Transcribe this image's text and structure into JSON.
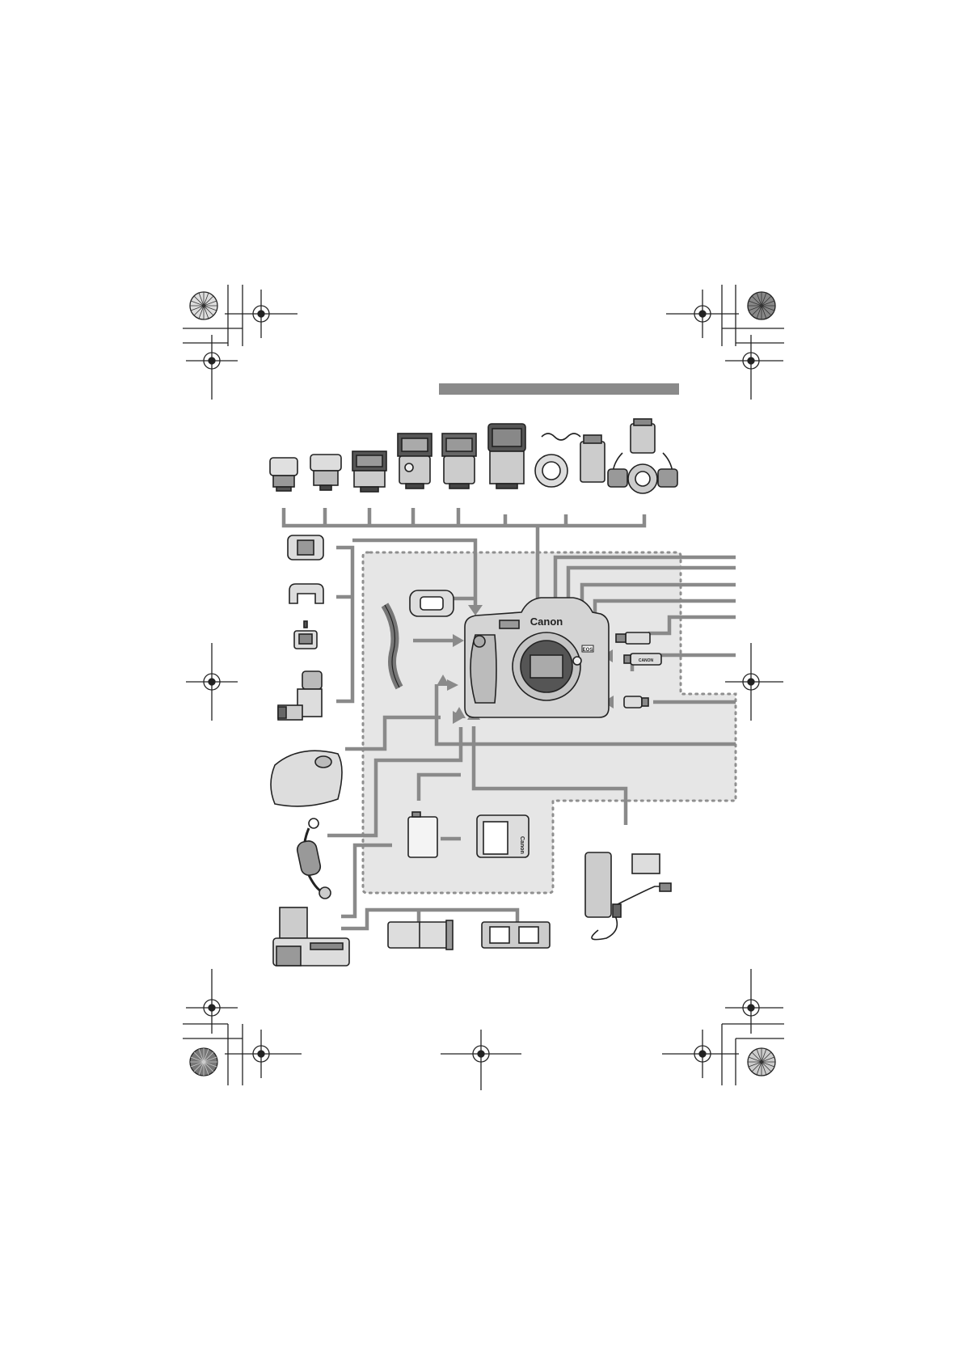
{
  "page": {
    "background": "#ffffff",
    "line_color": "#8a8a8a",
    "region_color": "#e6e6e6",
    "outline_color": "#222222"
  },
  "camera": {
    "brand_label": "Canon",
    "model_badge": "EOS"
  },
  "cable_labels": {
    "interface_cable_brand": "CANON"
  },
  "charger": {
    "brand_label": "Canon"
  }
}
